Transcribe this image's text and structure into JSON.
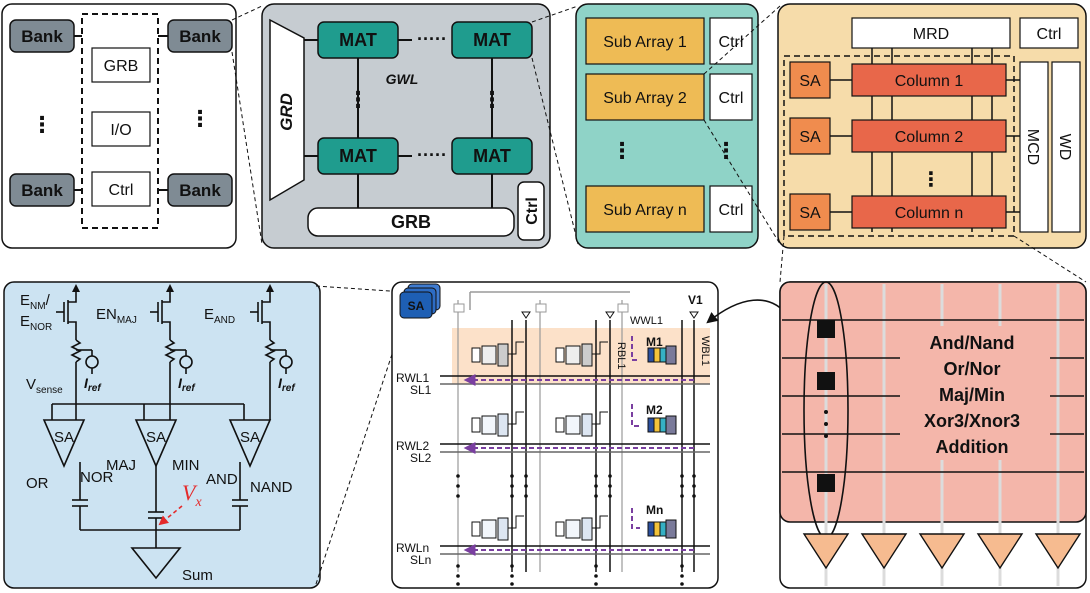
{
  "bank_panel": {
    "bank_label": "Bank",
    "grb": "GRB",
    "io": "I/O",
    "ctrl": "Ctrl",
    "ellipsis": "⋮"
  },
  "mat_panel": {
    "mat": "MAT",
    "grd": "GRD",
    "gwl": "GWL",
    "grb": "GRB",
    "ctrl": "Ctrl",
    "hdots": "·····",
    "vdots": "⋮"
  },
  "subarray_panel": {
    "sub1": "Sub Array 1",
    "sub2": "Sub Array 2",
    "subn": "Sub Array n",
    "ctrl": "Ctrl",
    "vdots": "⋮"
  },
  "column_panel": {
    "mrd": "MRD",
    "ctrl": "Ctrl",
    "sa": "SA",
    "col1": "Column 1",
    "col2": "Column 2",
    "coln": "Column n",
    "mcd": "MCD",
    "wd": "WD",
    "vdots": "⋮"
  },
  "sa_circuit": {
    "en_nm": "E",
    "en_nm_sub": "NM",
    "en_nor": "E",
    "en_nor_sub": "NOR",
    "en_maj": "EN",
    "en_maj_sub": "MAJ",
    "en_and": "E",
    "en_and_sub": "AND",
    "vsense": "V",
    "vsense_sub": "sense",
    "iref": "I",
    "iref_sub": "ref",
    "sa": "SA",
    "or": "OR",
    "nor": "NOR",
    "maj": "MAJ",
    "min": "MIN",
    "and": "AND",
    "nand": "NAND",
    "vx": "V",
    "vx_sub": "x",
    "sum": "Sum",
    "slash": "/"
  },
  "array_panel": {
    "sa": "SA",
    "v1": "V1",
    "wwl1": "WWL1",
    "rbl1": "RBL1",
    "wbl1": "WBL1",
    "m1": "M1",
    "m2": "M2",
    "mn": "Mn",
    "rwl1": "RWL1",
    "sl1": "SL1",
    "rwl2": "RWL2",
    "sl2": "SL2",
    "rwln": "RWLn",
    "sln": "SLn"
  },
  "ops_panel": {
    "ops": [
      "And/Nand",
      "Or/Nor",
      "Maj/Min",
      "Xor3/Xnor3",
      "Addition"
    ]
  },
  "colors": {
    "bank": "#7f8b94",
    "mat": "#1f9c8e",
    "mat_panel_bg": "#c6ccd1",
    "subarray_bg": "#8fd3c7",
    "subarray_fill": "#eebb55",
    "column_bg": "#f6dcaa",
    "column_fill": "#e8674a",
    "sa_fill": "#f08c4e",
    "circuit_bg": "#cce3f2",
    "ops_bg": "#f4b6aa",
    "ops_top": "#eaa393",
    "triangle": "#f6bb90",
    "highlight": "#fbdcc0",
    "path_arrow": "#7a3fa0",
    "vx_arrow": "#e42a2a",
    "sa_chip": "#1e5fb4"
  }
}
